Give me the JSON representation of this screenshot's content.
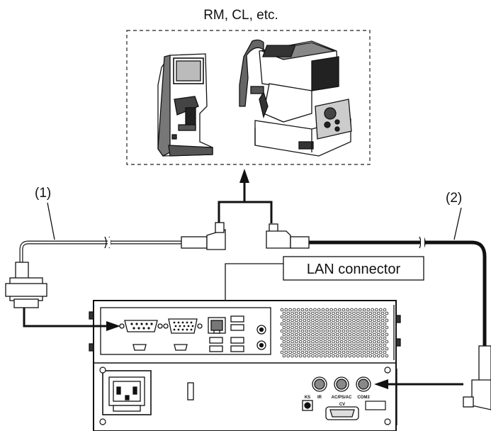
{
  "diagram": {
    "devices_label": "RM, CL, etc.",
    "cable_1_label": "(1)",
    "cable_2_label": "(2)",
    "lan_connector_label": "LAN connector",
    "port_labels": {
      "ks": "KS",
      "ir": "IR",
      "acpsac": "AC/PS/AC",
      "com": "COM3",
      "cv": "CV"
    }
  }
}
